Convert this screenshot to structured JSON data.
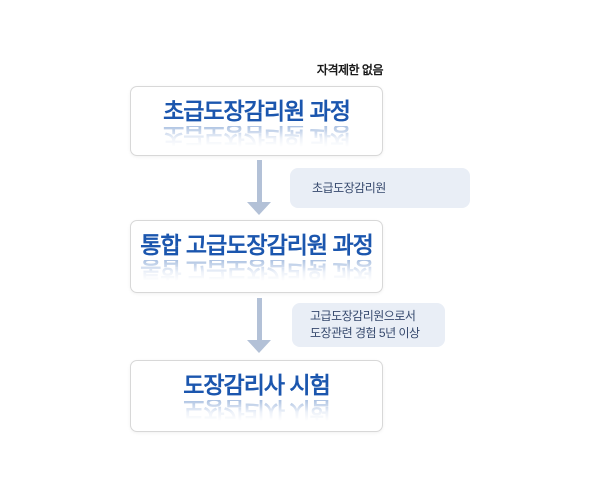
{
  "diagram": {
    "note": "자격제한 없음",
    "boxes": [
      {
        "title": "초급도장감리원 과정"
      },
      {
        "title": "통합 고급도장감리원 과정"
      },
      {
        "title": "도장감리사 시험"
      }
    ],
    "arrows": [
      {
        "label_lines": [
          "초급도장감리원"
        ]
      },
      {
        "label_lines": [
          "고급도장감리원으로서",
          "도장관련 경험 5년 이상"
        ]
      }
    ],
    "colors": {
      "box_title_text": "#1b56ae",
      "box_border": "#d8d8d8",
      "arrow": "#b3c1d7",
      "label_background": "#e9eef6",
      "label_text": "#36496d",
      "note_text": "#1a1a1a",
      "background": "#ffffff"
    }
  }
}
